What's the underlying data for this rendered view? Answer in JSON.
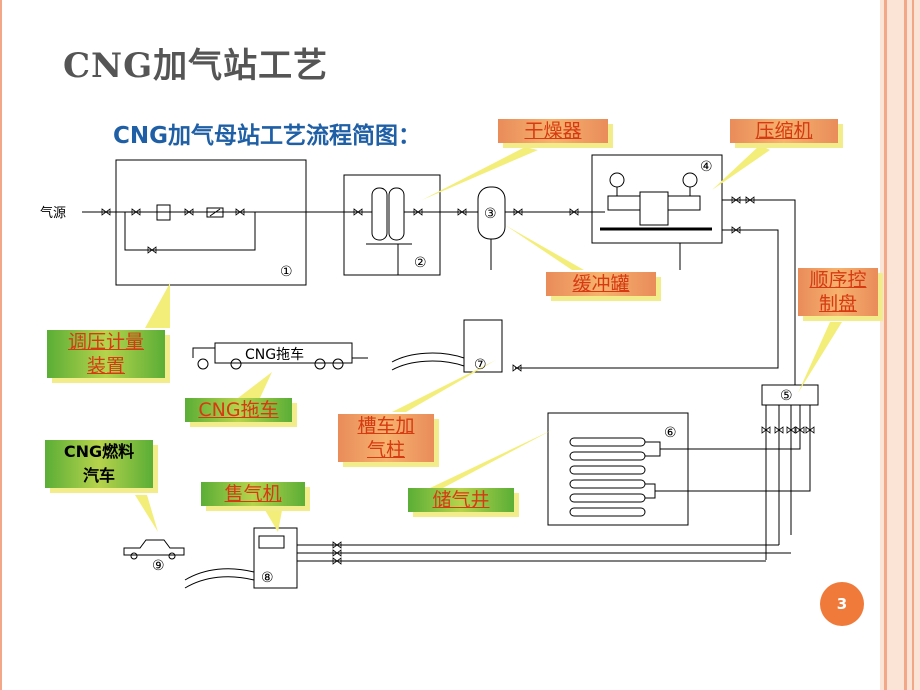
{
  "slide": {
    "title": "CNG加气站工艺",
    "page_number": "3",
    "accent_color": "#f07a3a",
    "stripe_color": "#f5b69b"
  },
  "diagram": {
    "title": "CNG加气母站工艺流程简图：",
    "source_label": "气源",
    "trailer_text": "CNG拖车",
    "node_numbers": [
      "①",
      "②",
      "③",
      "④",
      "⑤",
      "⑥",
      "⑦",
      "⑧",
      "⑨"
    ]
  },
  "callouts": {
    "dryer": "干燥器",
    "compressor": "压缩机",
    "buffer_tank": "缓冲罐",
    "sequence_panel_line1": "顺序控",
    "sequence_panel_line2": "制盘",
    "regulating_metering_line1": "调压计量",
    "regulating_metering_line2": "装置",
    "cng_trailer": "CNG拖车",
    "tanker_dispenser_line1": "槽车加",
    "tanker_dispenser_line2": "气柱",
    "storage_well": "储气井",
    "dispenser": "售气机",
    "cng_vehicle_line1": "CNG燃料",
    "cng_vehicle_line2": "汽车"
  }
}
